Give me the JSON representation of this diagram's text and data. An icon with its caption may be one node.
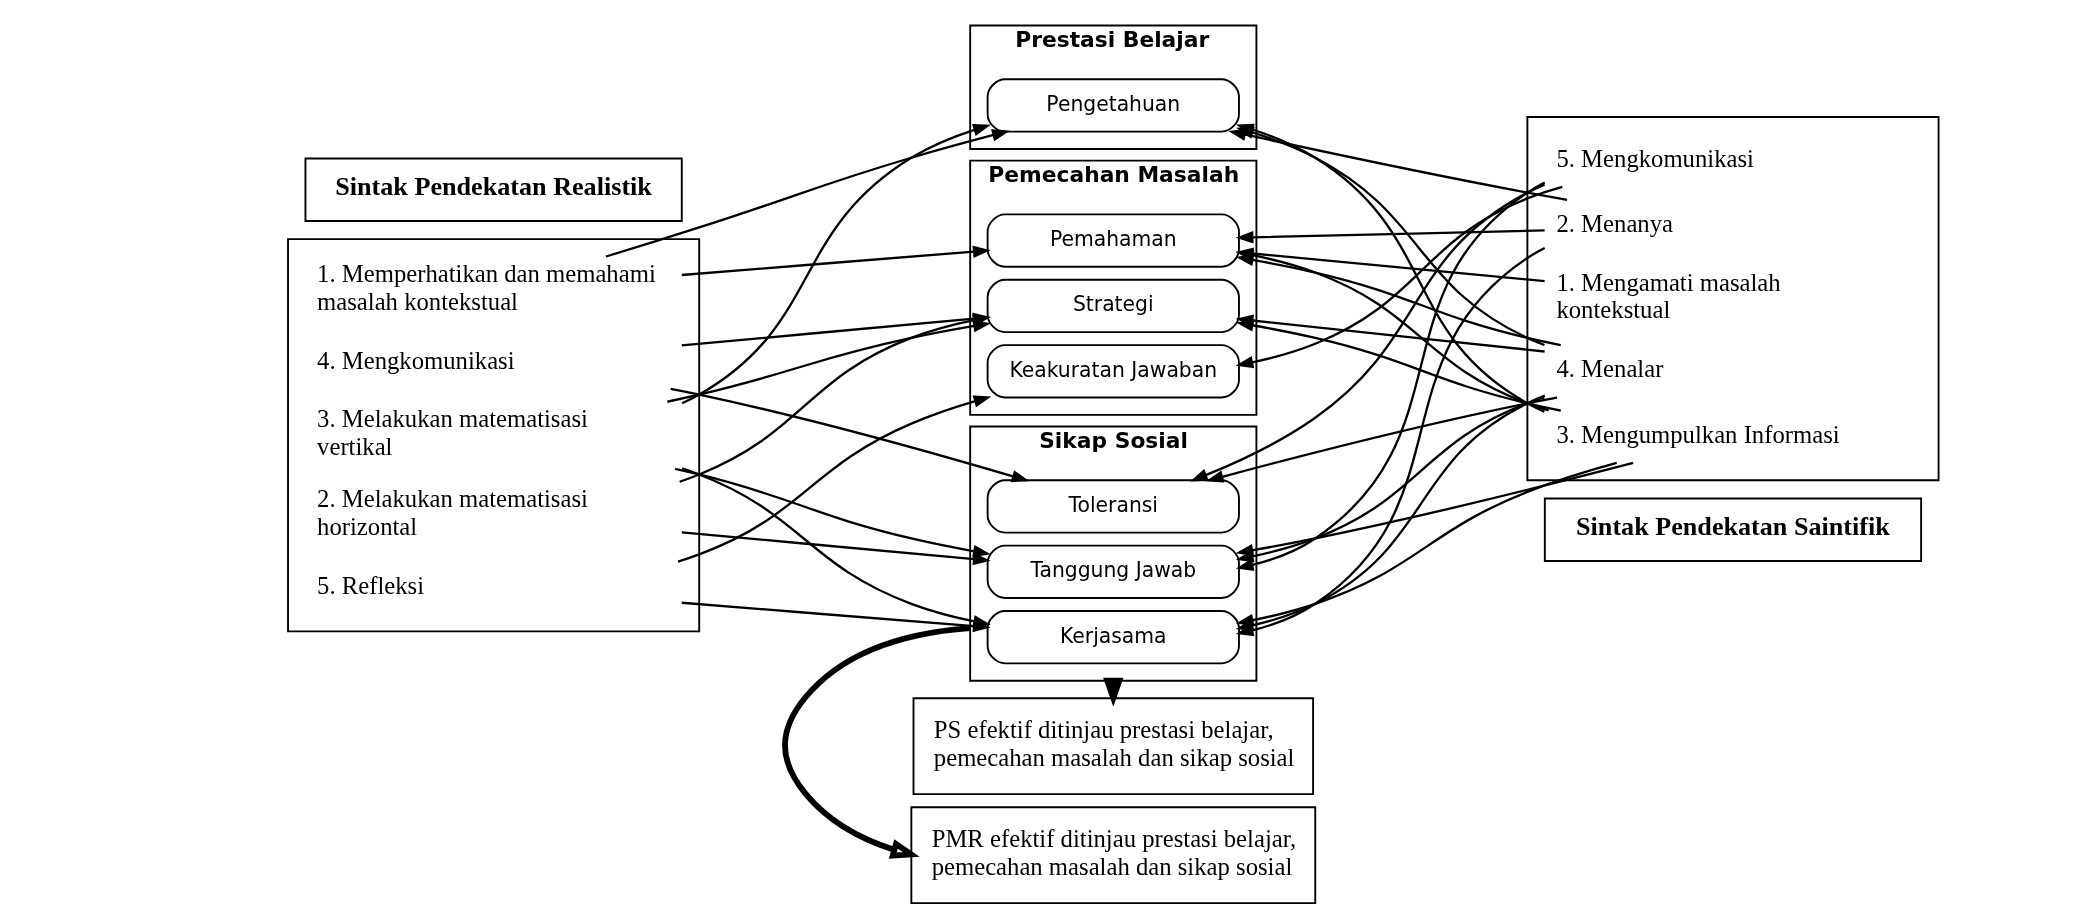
{
  "diagram": {
    "nodes": [
      {
        "text": [
          "Prestasi Belajar"
        ]
      },
      {
        "text": [
          "Pengetahuan"
        ],
        "in": 0
      },
      {
        "text": [
          "Pemecahan Masalah"
        ]
      },
      {
        "text": [
          "Pemahaman"
        ],
        "in": 2
      },
      {
        "text": [
          "Strategi"
        ],
        "in": 2
      },
      {
        "text": [
          "Keakuratan Jawaban"
        ],
        "in": 2
      },
      {
        "text": [
          "Sikap Sosial"
        ]
      },
      {
        "text": [
          "Toleransi"
        ],
        "in": 6
      },
      {
        "text": [
          "Kerjasama"
        ],
        "in": 6
      },
      {
        "text": [
          "Tanggung Jawab"
        ],
        "in": 6
      },
      {
        "text": [
          "Sintak Pendekatan Realistik"
        ]
      },
      {
        "text": [],
        "shape": "box"
      },
      {
        "text": [
          "1. Memperhatikan dan memahami masalah kontekstual"
        ],
        "in": 11
      },
      {
        "text": [
          "2. Melakukan matematisasi horizontal"
        ],
        "in": 11
      },
      {
        "text": [
          "3. Melakukan matematisasi vertikal"
        ],
        "in": 11
      },
      {
        "text": [
          "4. Mengkomunikasi"
        ],
        "in": 11
      },
      {
        "text": [
          "5. Refleksi"
        ],
        "in": 11
      },
      {
        "text": [
          "Sintak Pendekatan Saintifik"
        ]
      },
      {
        "text": [],
        "shape": "box"
      },
      {
        "text": [
          "1. Mengamati masalah kontekstual"
        ],
        "in": 18
      },
      {
        "text": [
          "2. Menanya"
        ],
        "in": 18
      },
      {
        "text": [
          "3. Mengumpulkan Informasi"
        ],
        "in": 18
      },
      {
        "text": [
          "4. Menalar"
        ],
        "in": 18
      },
      {
        "text": [
          "5. Mengkomunikasi"
        ],
        "in": 18
      },
      {
        "text": [
          "PMR efektif ditinjau prestasi belajar, pemecahan masalah dan sikap sosial"
        ]
      },
      {
        "text": [
          "PS efektif ditinjau prestasi belajar, pemecahan masalah dan sikap sosial"
        ]
      }
    ],
    "edges": [
      {
        "from": 12,
        "to": 1,
        "arrow": "to"
      },
      {
        "from": 12,
        "to": 3,
        "arrow": "to"
      },
      {
        "from": 13,
        "to": 4,
        "arrow": "to"
      },
      {
        "from": 13,
        "to": 9,
        "arrow": "to"
      },
      {
        "from": 14,
        "to": 1,
        "arrow": "to"
      },
      {
        "from": 14,
        "to": 4,
        "arrow": "to"
      },
      {
        "from": 14,
        "to": 8,
        "arrow": "to"
      },
      {
        "from": 14,
        "to": 9,
        "arrow": "to"
      },
      {
        "from": 15,
        "to": 4,
        "arrow": "to"
      },
      {
        "from": 15,
        "to": 7,
        "arrow": "to"
      },
      {
        "from": 16,
        "to": 5,
        "arrow": "to"
      },
      {
        "from": 16,
        "to": 8,
        "arrow": "to"
      },
      {
        "from": 19,
        "to": 3,
        "arrow": "to"
      },
      {
        "from": 20,
        "to": 1,
        "arrow": "to"
      },
      {
        "from": 20,
        "to": 3,
        "arrow": "to"
      },
      {
        "from": 20,
        "to": 8,
        "arrow": "to"
      },
      {
        "from": 21,
        "to": 1,
        "arrow": "to"
      },
      {
        "from": 21,
        "to": 3,
        "arrow": "to"
      },
      {
        "from": 21,
        "to": 4,
        "arrow": "to"
      },
      {
        "from": 21,
        "to": 8,
        "arrow": "to"
      },
      {
        "from": 21,
        "to": 9,
        "arrow": "to"
      },
      {
        "from": 22,
        "to": 1,
        "arrow": "to"
      },
      {
        "from": 22,
        "to": 3,
        "arrow": "to"
      },
      {
        "from": 22,
        "to": 4,
        "arrow": "to"
      },
      {
        "from": 22,
        "to": 7,
        "arrow": "to"
      },
      {
        "from": 22,
        "to": 8,
        "arrow": "to"
      },
      {
        "from": 22,
        "to": 9,
        "arrow": "to"
      },
      {
        "from": 23,
        "to": 5,
        "arrow": "to"
      },
      {
        "from": 23,
        "to": 7,
        "arrow": "to"
      },
      {
        "from": 23,
        "to": 9,
        "arrow": "to"
      },
      {
        "from": 6,
        "to": 24,
        "arrow": "to",
        "style": "thick"
      },
      {
        "from": 6,
        "to": 25,
        "arrow": "to",
        "style": "thick"
      }
    ]
  }
}
